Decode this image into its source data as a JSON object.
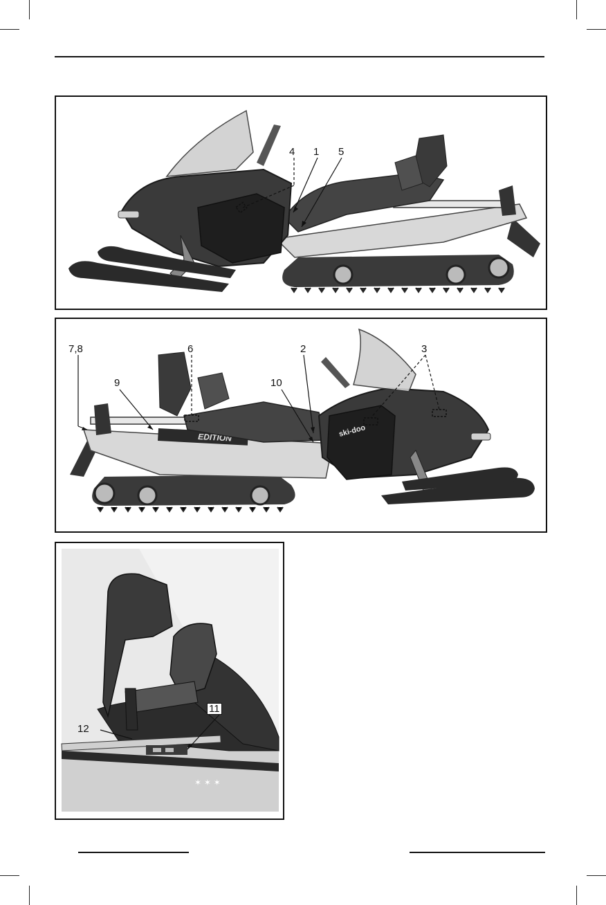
{
  "figure_top": {
    "callouts": {
      "c4": "4",
      "c1": "1",
      "c5": "5"
    }
  },
  "figure_middle": {
    "callouts": {
      "c78": "7,8",
      "c6": "6",
      "c2": "2",
      "c3": "3",
      "c9": "9",
      "c10": "10"
    },
    "decal_text": {
      "brand": "ski-doo",
      "model": "EDITION"
    }
  },
  "figure_bottom": {
    "callouts": {
      "c12": "12",
      "c11": "11"
    }
  }
}
